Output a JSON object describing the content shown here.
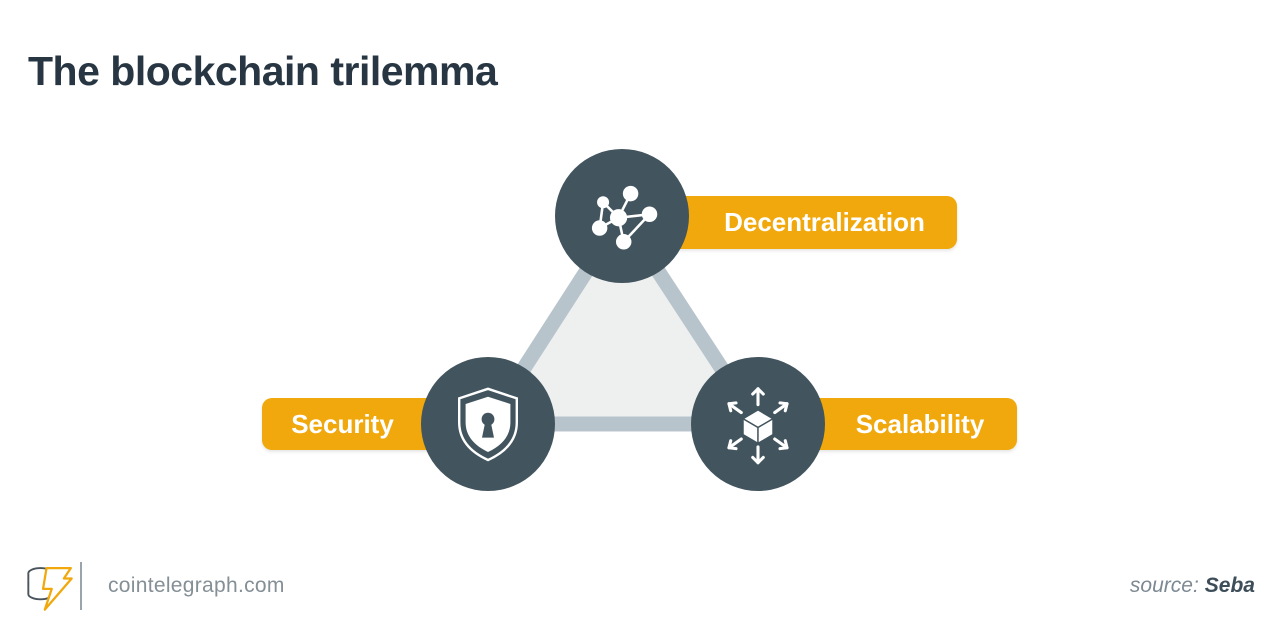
{
  "title": "The blockchain trilemma",
  "diagram": {
    "type": "trilemma-triangle",
    "nodes": [
      {
        "id": "decentralization",
        "label": "Decentralization",
        "icon": "network-icon",
        "position": "top"
      },
      {
        "id": "security",
        "label": "Security",
        "icon": "shield-keyhole-icon",
        "position": "bottom-left"
      },
      {
        "id": "scalability",
        "label": "Scalability",
        "icon": "cube-expand-icon",
        "position": "bottom-right"
      }
    ]
  },
  "footer": {
    "site": "cointelegraph.com",
    "source_label": "source:",
    "source_name": "Seba"
  },
  "colors": {
    "accent_yellow": "#f0a80c",
    "node_dark": "#42545e",
    "triangle_fill": "#eef0f0",
    "triangle_stroke": "#b8c4cc",
    "title_text": "#273642",
    "footer_text": "#848f96",
    "source_name_text": "#3d4e59"
  }
}
